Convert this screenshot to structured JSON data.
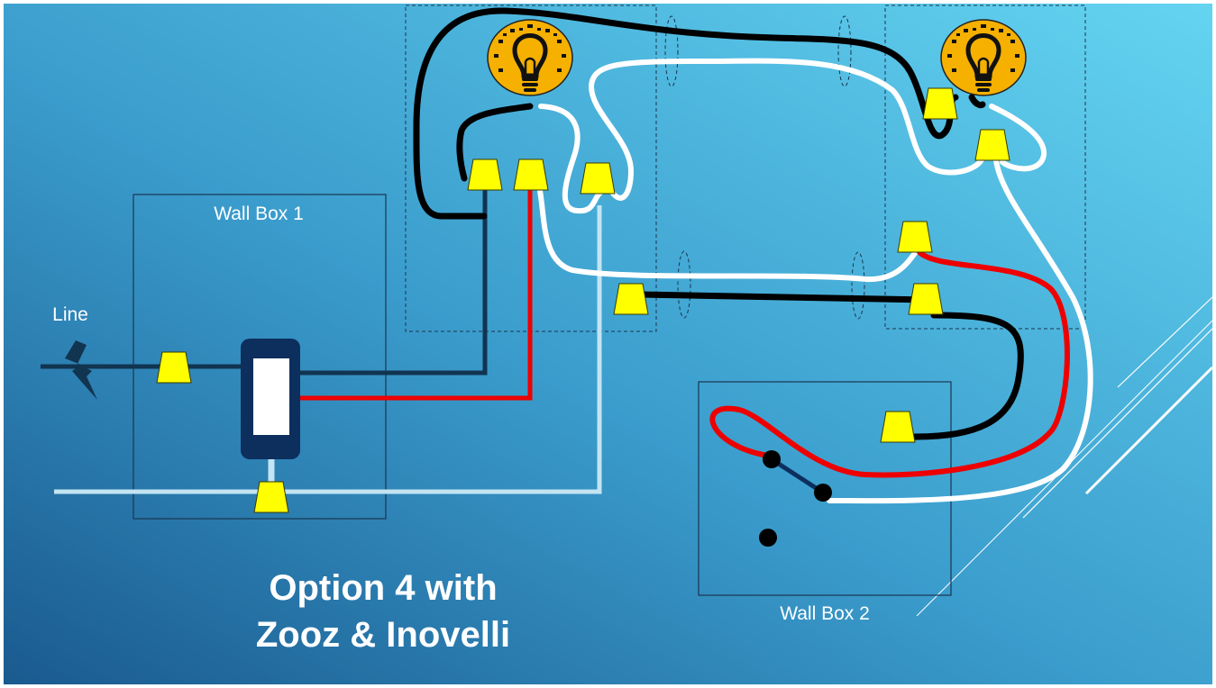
{
  "labels": {
    "line": "Line",
    "wall_box_1": "Wall Box 1",
    "wall_box_2": "Wall Box 2"
  },
  "title": {
    "line1": "Option 4 with",
    "line2": "Zooz & Inovelli"
  },
  "colors": {
    "background_top": "#5fd0ef",
    "background_bottom": "#1c5f93",
    "hot_wire": "#000000",
    "neutral_wire": "#ffffff",
    "traveler_wire": "#ee0000",
    "wire_nut": "#ffff00",
    "bulb": "#f5b000",
    "switch_body": "#0d2f5e"
  },
  "icons": [
    "lightning-icon",
    "light-bulb-icon",
    "wire-nut-icon",
    "switch-icon"
  ]
}
